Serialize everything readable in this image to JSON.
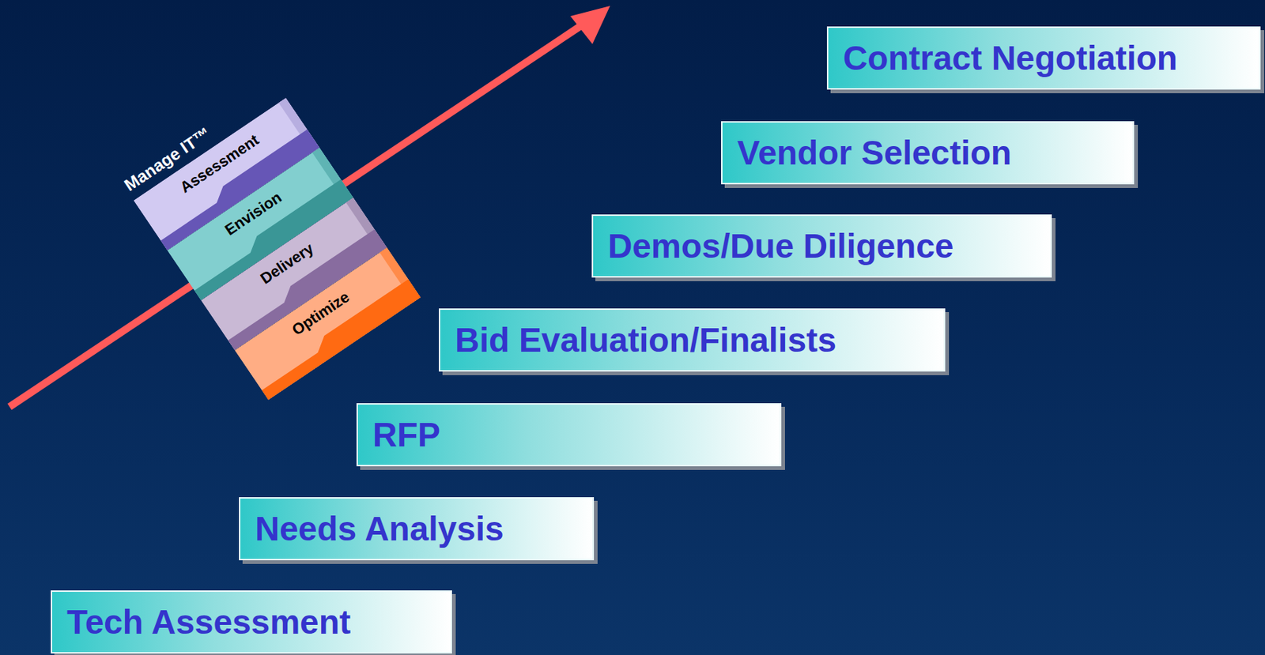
{
  "diagram": {
    "nodes": [
      {
        "text": [
          "Assessment"
        ]
      },
      {
        "text": [
          "Envision"
        ]
      },
      {
        "text": [
          "Delivery"
        ]
      },
      {
        "text": [
          "Optimize"
        ]
      },
      {
        "text": [
          "Tech Assessment"
        ]
      },
      {
        "text": [
          "Needs Analysis"
        ]
      },
      {
        "text": [
          "RFP"
        ]
      },
      {
        "text": [
          "Bid Evaluation/Finalists"
        ]
      },
      {
        "text": [
          "Demos/Due Diligence"
        ]
      },
      {
        "text": [
          "Vendor Selection"
        ]
      },
      {
        "text": [
          "Contract Negotiation"
        ]
      }
    ],
    "labels": [
      "Manage IT™"
    ]
  }
}
